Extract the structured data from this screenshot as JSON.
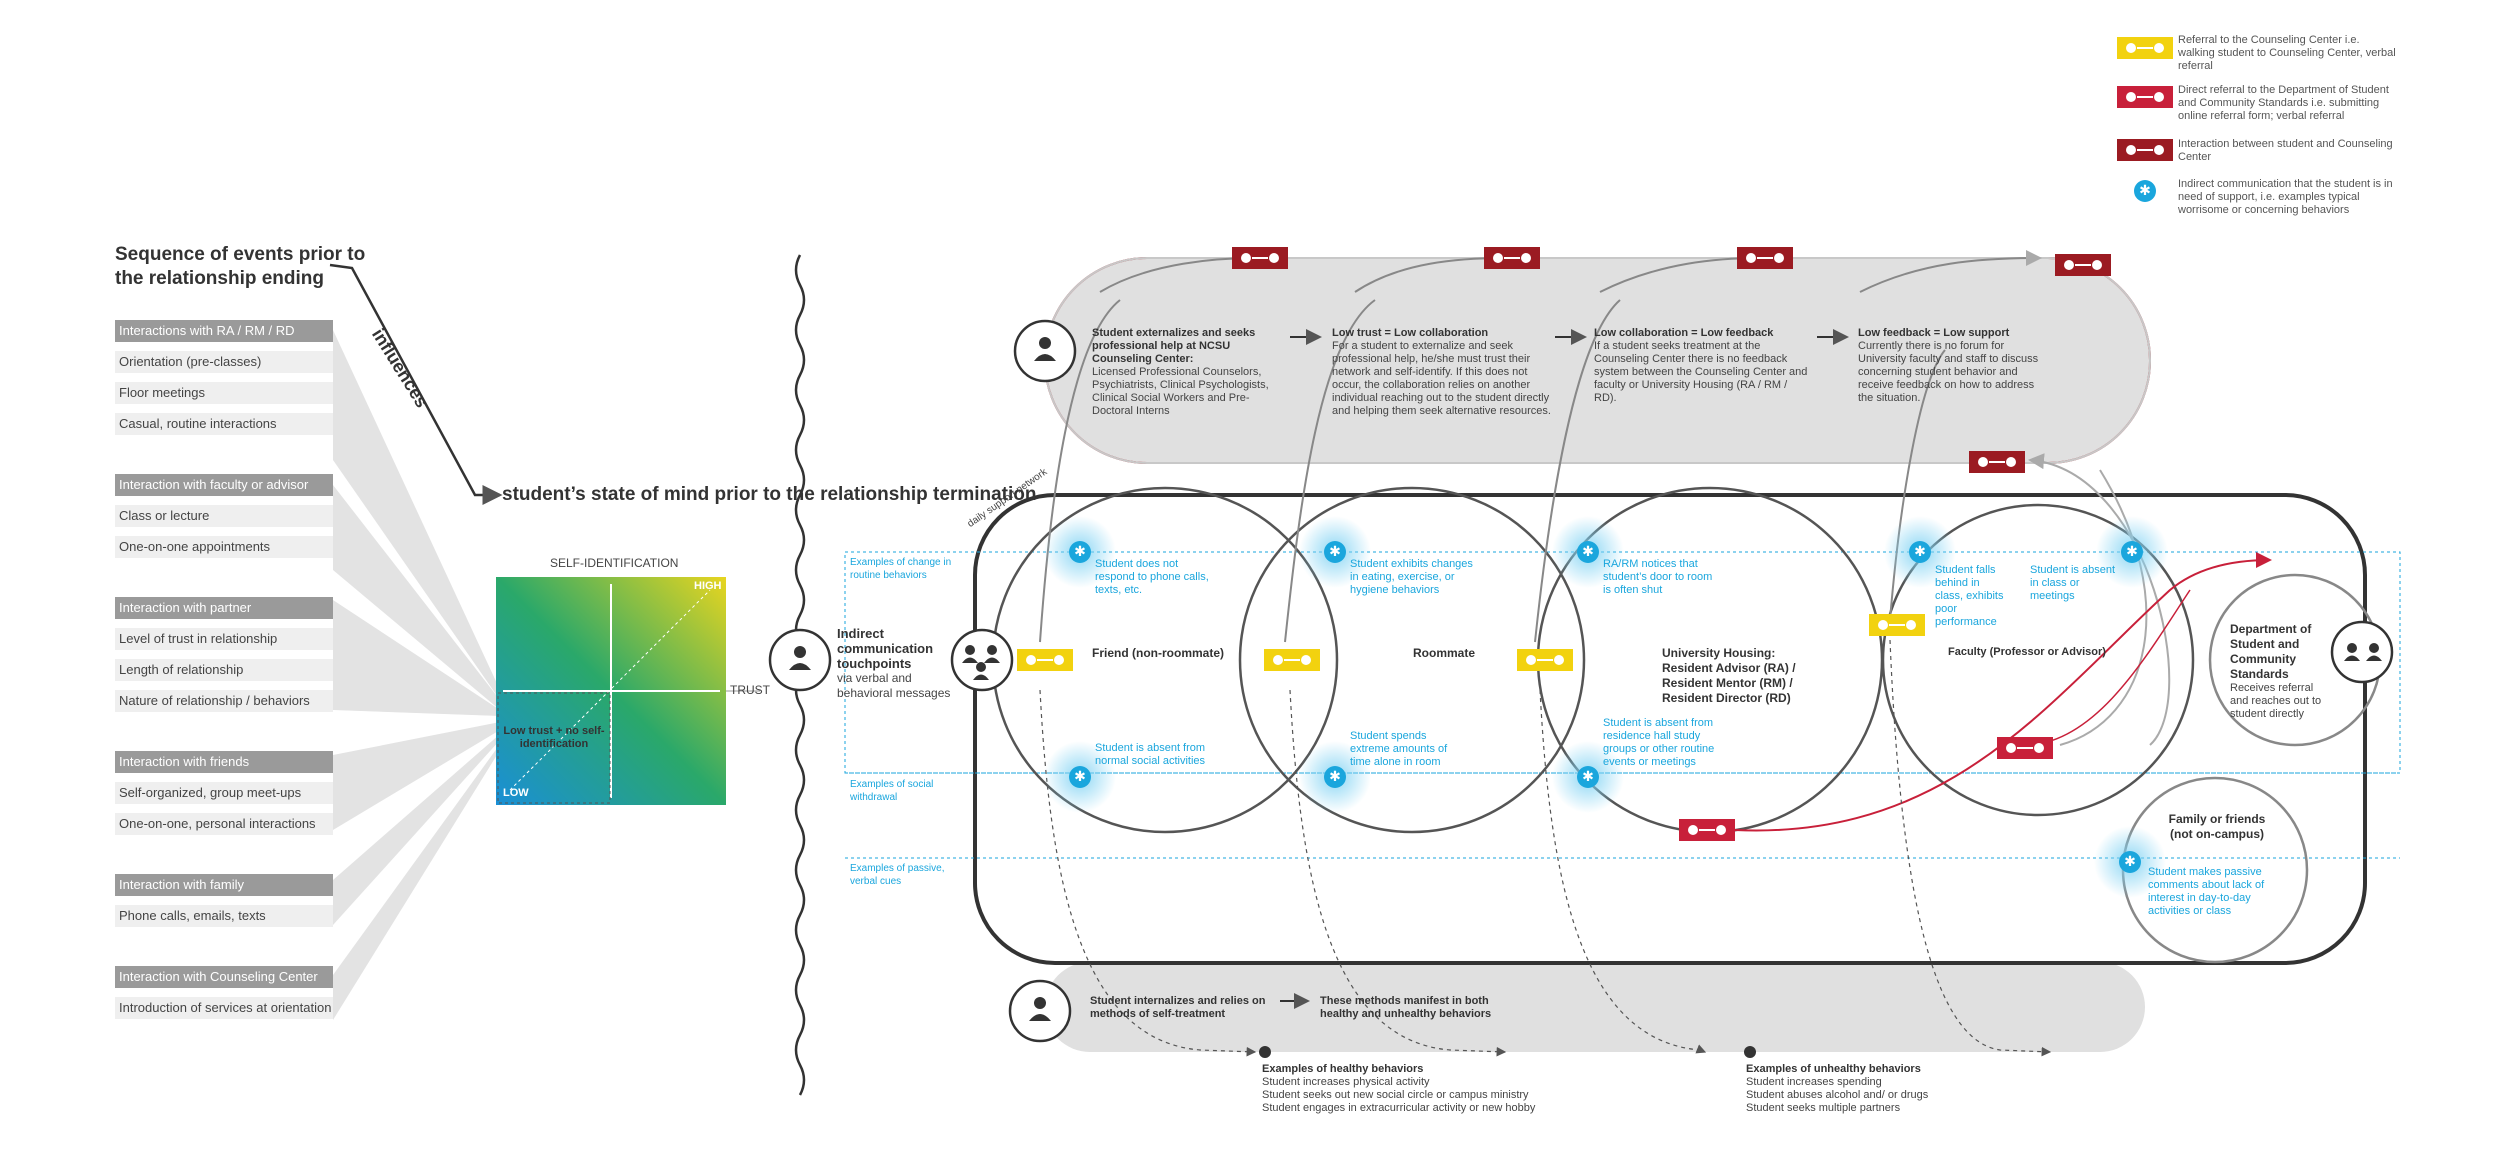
{
  "legend": [
    {
      "text": "Referral to the Counseling Center i.e. walking student to Counseling Center, verbal referral",
      "color": "#f2d20f"
    },
    {
      "text": "Direct referral to the Department of Student and Community Standards i.e. submitting online referral form; verbal referral",
      "color": "#c8203a"
    },
    {
      "text": "Interaction between student and Counseling Center",
      "color": "#9b1b22"
    },
    {
      "text": "Indirect communication that the student is in need of support, i.e. examples typical worrisome or concerning behaviors",
      "color": "#1aa6dd"
    }
  ],
  "left": {
    "title": "Sequence of events prior to the relationship ending",
    "influences": "influences",
    "state_title": "student’s state of mind prior to the relationship termination",
    "groups": [
      {
        "head": "Interactions with RA / RM / RD",
        "items": [
          "Orientation (pre-classes)",
          "Floor meetings",
          "Casual, routine interactions"
        ]
      },
      {
        "head": "Interaction with faculty or advisor",
        "items": [
          "Class or lecture",
          "One-on-one appointments"
        ]
      },
      {
        "head": "Interaction with partner",
        "items": [
          "Level of trust in relationship",
          "Length of relationship",
          "Nature of relationship / behaviors"
        ]
      },
      {
        "head": "Interaction with friends",
        "items": [
          "Self-organized, group meet-ups",
          "One-on-one, personal interactions"
        ]
      },
      {
        "head": "Interaction with family",
        "items": [
          "Phone calls, emails, texts"
        ]
      },
      {
        "head": "Interaction with Counseling Center",
        "items": [
          "Introduction of services at orientation"
        ]
      }
    ]
  },
  "matrix": {
    "ylabel": "SELF-IDENTIFICATION",
    "xlabel": "TRUST",
    "high": "HIGH",
    "low": "LOW",
    "note": "Low trust + no self-identification"
  },
  "top": {
    "n1_title": "Student externalizes and seeks professional help at NCSU Counseling Center:",
    "n1_body": "Licensed Professional Counselors, Psychiatrists, Clinical Psychologists, Clinical Social Workers and Pre-Doctoral Interns",
    "n2_title": "Low trust = Low collaboration",
    "n2_body": "For a student to externalize and seek professional help, he/she must trust their network and self-identify. If this does not occur, the collaboration relies on another individual reaching out to the student directly and helping them seek alternative resources.",
    "n3_title": "Low collaboration = Low feedback",
    "n3_body": "If a student seeks treatment at the Counseling Center there is no feedback system between the Counseling Center and faculty or University Housing (RA / RM / RD).",
    "n4_title": "Low feedback = Low support",
    "n4_body": "Currently there is no forum for University faculty and staff to discuss concerning student behavior and receive feedback on how to address the situation."
  },
  "middle": {
    "indirect_title": "Indirect communication touchpoints",
    "indirect_body": "via verbal and behavioral messages",
    "daily": "daily support network",
    "row1": "Examples of change in routine behaviors",
    "row2": "Examples of social withdrawal",
    "row3": "Examples of passive, verbal cues",
    "friend": "Friend (non-roommate)",
    "roommate": "Roommate",
    "housing": "University Housing: Resident Advisor (RA) / Resident Mentor (RM) / Resident Director (RD)",
    "faculty": "Faculty (Professor or Advisor)",
    "dept_title": "Department of Student and Community Standards",
    "dept_body": "Receives referral and reaches out to student directly",
    "family": "Family or friends (not on-campus)",
    "c_friend1": "Student does not respond to phone calls, texts, etc.",
    "c_friend2": "Student is absent from normal social activities",
    "c_room1": "Student exhibits changes in eating, exercise, or hygiene behaviors",
    "c_room2": "Student spends extreme amounts of time alone in room",
    "c_house1": "RA/RM notices that student’s door to room is often shut",
    "c_house2": "Student is absent from residence hall study groups or other routine events or meetings",
    "c_fac1": "Student falls behind in class, exhibits poor performance",
    "c_fac2": "Student is absent in class or meetings",
    "c_fam": "Student makes passive comments about lack of interest in day-to-day activities or class"
  },
  "bottom": {
    "b1": "Student internalizes and relies on methods of self-treatment",
    "b2": "These methods manifest in both healthy and unhealthy behaviors",
    "healthy_title": "Examples of healthy behaviors",
    "healthy": [
      "Student increases physical activity",
      "Student seeks out new social circle or campus ministry",
      "Student engages in extracurricular activity or new hobby"
    ],
    "unhealthy_title": "Examples of unhealthy behaviors",
    "unhealthy": [
      "Student increases spending",
      "Student abuses alcohol and/ or drugs",
      "Student seeks multiple partners"
    ]
  }
}
